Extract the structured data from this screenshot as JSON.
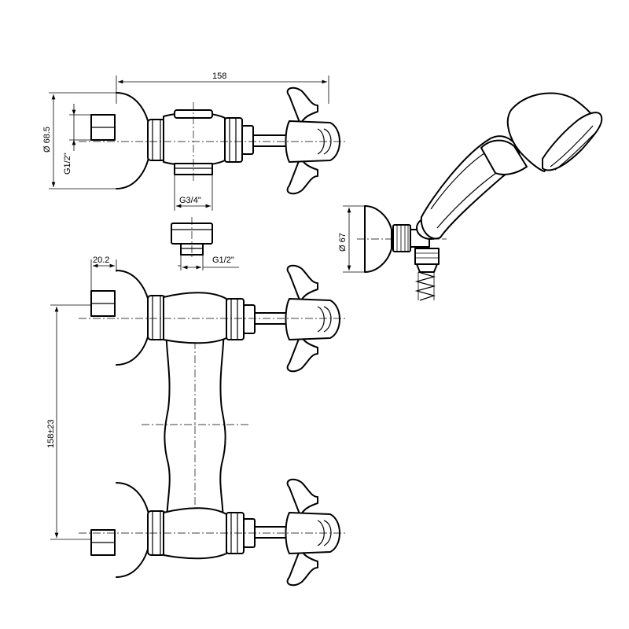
{
  "dimensions": {
    "overall_width": "158",
    "flange_diameter": "Ø 68.5",
    "inlet_thread": "G1/2\"",
    "outlet_thread": "G3/4\"",
    "adapter_thread": "G1/2\"",
    "stub_length": "20.2",
    "center_distance": "158±23",
    "holder_diameter": "Ø 67"
  }
}
